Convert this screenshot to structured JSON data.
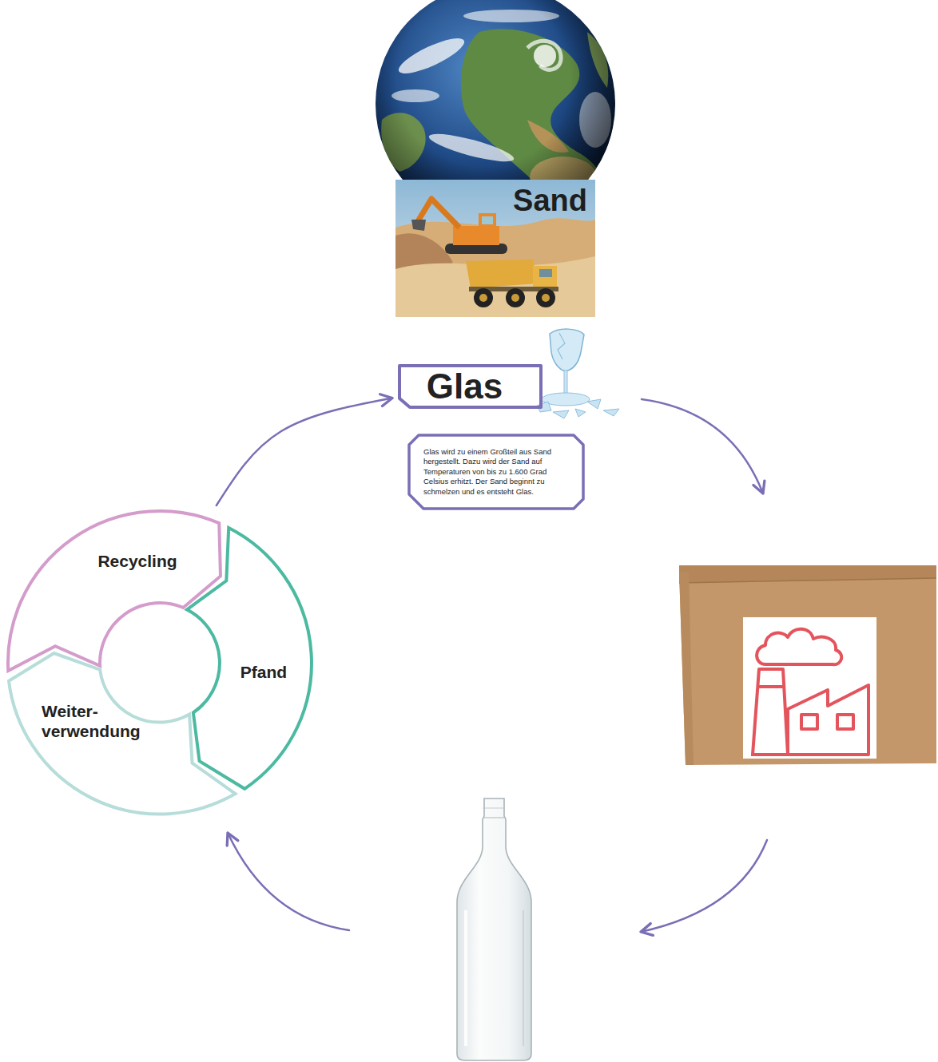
{
  "diagram": {
    "nodes": [
      {
        "text": [
          "Sand"
        ]
      },
      {
        "text": [
          "Glas"
        ]
      },
      {
        "text": [
          "Glas wird zu einem Großteil aus Sand hergestellt. Dazu wird der Sand auf Temperaturen von bis zu 1.600 Grad Celsius erhitzt. Der Sand beginnt zu schmelzen und es entsteht Glas."
        ]
      },
      {
        "text": [
          "Recycling"
        ]
      },
      {
        "text": [
          "Pfand"
        ]
      },
      {
        "text": [
          "Weiter- verwendung"
        ]
      }
    ],
    "edges": [
      {
        "from": 3,
        "to": 1,
        "arrow": "to"
      }
    ]
  }
}
